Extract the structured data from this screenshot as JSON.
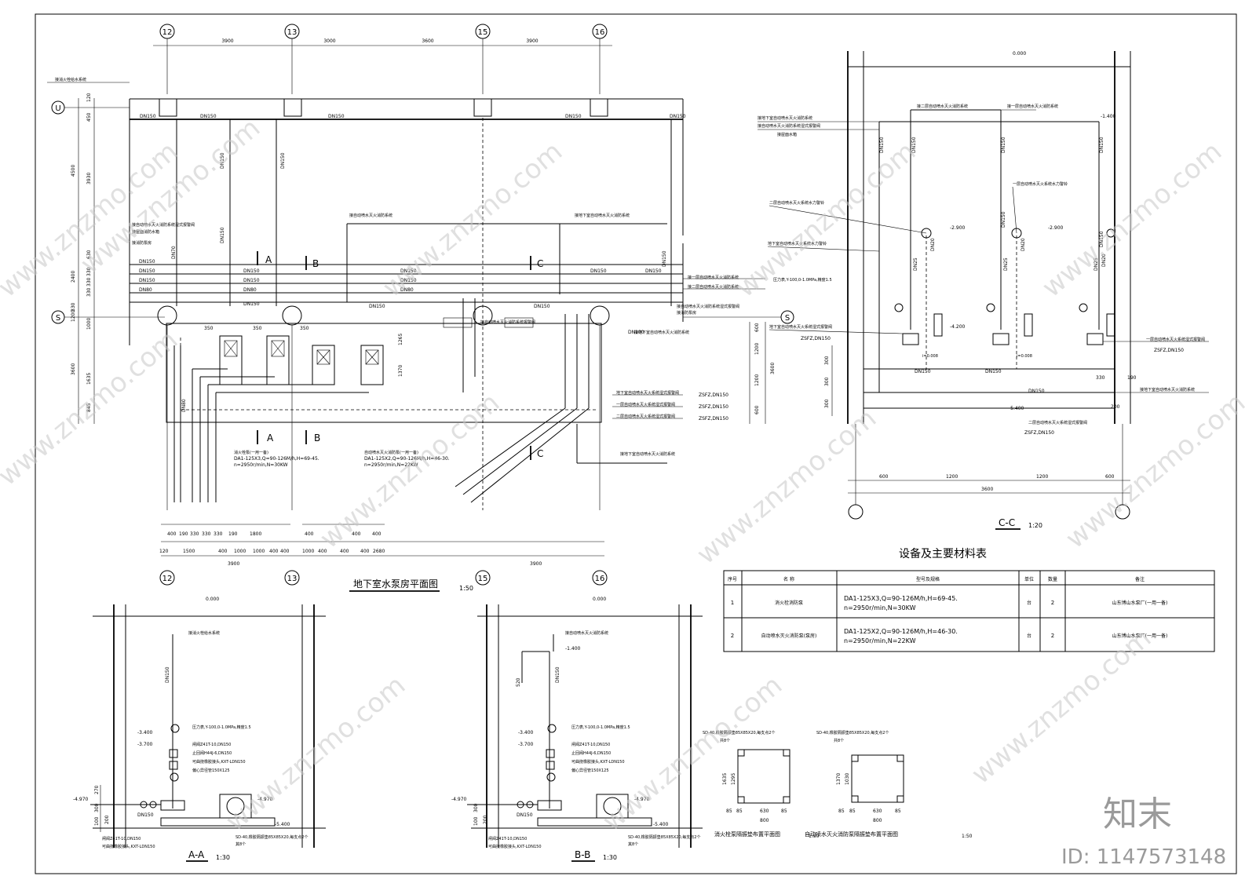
{
  "plan": {
    "title": "地下室水泵房平面图",
    "scale": "1:50",
    "axes": [
      "12",
      "13",
      "15",
      "16"
    ],
    "row_axes": [
      "U",
      "S"
    ],
    "top_dims": [
      "3900",
      "3000",
      "3600",
      "3900"
    ],
    "bottom_dims_row1": [
      "400",
      "190",
      "330",
      "330",
      "330",
      "190",
      "1800",
      "400",
      "400",
      "400"
    ],
    "bottom_dims_row2": [
      "120",
      "1500",
      "400",
      "1000",
      "1000",
      "400",
      "400",
      "1000",
      "400",
      "400",
      "400",
      "2680"
    ],
    "bottom_dims_row3": [
      "3900",
      "3900"
    ],
    "left_dims": [
      "120",
      "450",
      "3930",
      "4500",
      "630",
      "330",
      "330",
      "330",
      "2400",
      "330",
      "1000",
      "1200",
      "1635",
      "3600",
      "845"
    ],
    "pipe_labels": [
      "DN150",
      "DN150",
      "DN150",
      "DN150",
      "DN150",
      "DN150",
      "DN150",
      "DN150",
      "DN150",
      "DN150",
      "DN80",
      "DN80",
      "DN80",
      "DN150",
      "DN100",
      "DN70",
      "DN150",
      "DN150",
      "DN150",
      "DN150",
      "DN150",
      "DN150",
      "DN150",
      "DN150",
      "DN150",
      "DN150"
    ],
    "section_marks": [
      "A",
      "B",
      "C",
      "A",
      "B",
      "C"
    ],
    "pump_room_dims": [
      "350",
      "350",
      "350",
      "1265",
      "1370"
    ],
    "right_notes": [
      "接一层自动喷水灭火消防系统",
      "接二层自动喷水灭火消防系统",
      "接自动喷水灭火消防系统湿式报警阀",
      "接消防泵房",
      "接地下室自动喷水灭火消防系统",
      "地下室自动喷水灭火系统湿式报警阀",
      "一层自动喷水灭火系统湿式报警阀",
      "二层自动喷水灭火系统湿式报警阀",
      "接地下室自动喷水灭火消防系统"
    ],
    "sfz": [
      "ZSFZ,DN150",
      "ZSFZ,DN150",
      "ZSFZ,DN150"
    ],
    "right_dims": [
      "600",
      "1200",
      "3600",
      "1200",
      "600"
    ],
    "pump_notes": [
      "消火栓泵(一用一备)",
      "DA1-125X3,Q=90-126M/h,H=69-45.",
      "n=2950r/min,N=30KW",
      "自动喷水灭火消防泵(一用一备)",
      "DA1-125X2,Q=90-126M/h,H=46-30.",
      "n=2950r/min,N=22KW"
    ],
    "top_notes": [
      "接消火栓给水系统",
      "接自动喷水灭火消防系统",
      "接地下室自动喷水灭火消防系统",
      "接自动喷水灭火消防系统报警阀"
    ],
    "left_notes": [
      "接自动喷水灭火消防系统湿式报警阀",
      "接屋面消防水箱",
      "接消防泵房"
    ]
  },
  "section_cc": {
    "title": "C-C",
    "scale": "1:20",
    "levels": [
      "0.000",
      "-1.400",
      "-2.900",
      "-2.900",
      "-4.200",
      "-5.400"
    ],
    "notes": [
      "接二层自动喷水灭火消防系统",
      "接一层自动喷水灭火消防系统",
      "接地下室自动喷水灭火消防系统",
      "接自动喷水灭火消防系统湿式报警阀",
      "接屋面水箱",
      "二层自动喷水灭火系统水力警铃",
      "一层自动喷水灭火系统水力警铃",
      "地下室自动喷水灭火系统水力警铃",
      "压力表,Y-100,0-1.0MPa,精度1.5",
      "地下室自动喷水灭火系统湿式报警阀",
      "一层自动喷水灭火系统湿式报警阀",
      "二层自动喷水灭火系统湿式报警阀",
      "接地下室自动喷水灭火消防系统"
    ],
    "pipes": [
      "DN150",
      "DN150",
      "DN150",
      "DN150",
      "DN150",
      "DN150",
      "DN25",
      "DN20",
      "DN25",
      "DN20",
      "DN25",
      "DN20",
      "DN150",
      "DN150",
      "DN150"
    ],
    "slope": [
      "i=0.008",
      "i=0.008"
    ],
    "sfz": [
      "ZSFZ,DN150",
      "ZSFZ,DN150",
      "ZSFZ,DN150"
    ],
    "dims_h": [
      "600",
      "1200",
      "1200",
      "600",
      "3600"
    ],
    "dims_v": [
      "300",
      "300",
      "300",
      "330",
      "190",
      "200"
    ]
  },
  "table": {
    "title": "设备及主要材料表",
    "headers": [
      "序号",
      "名  称",
      "型号及规格",
      "单位",
      "数量",
      "备注"
    ],
    "rows": [
      [
        "1",
        "消火栓消防泵",
        "DA1-125X3,Q=90-126M/h,H=69-45.\nn=2950r/min,N=30KW",
        "台",
        "2",
        "山东博山水泵厂(一用一备)"
      ],
      [
        "2",
        "自动喷水灭火消防泵(泵房)",
        "DA1-125X2,Q=90-126M/h,H=46-30.\nn=2950r/min,N=22KW",
        "台",
        "2",
        "山东博山水泵厂(一用一备)"
      ]
    ]
  },
  "section_aa": {
    "title": "A-A",
    "scale": "1:30",
    "levels": [
      "0.000",
      "-3.400",
      "-3.700",
      "-4.970",
      "-4.970",
      "-5.400"
    ],
    "notes": [
      "接消火栓给水系统",
      "压力表,Y-100,0-1.0MPa,精度1.5",
      "闸阀Z41T-10,DN150",
      "止回阀H44J-6,DN150",
      "可曲挠橡胶接头,KXT-LDN150",
      "偏心异径管150X125",
      "闸阀Z41T-10,DN150",
      "可曲挠橡胶接头,KXT-LDN150",
      "SD-40,橡胶隔振垫85X85X20,每支点2个"
    ],
    "pipes": [
      "DN150",
      "DN150"
    ],
    "dims": [
      "270",
      "300",
      "100",
      "200",
      "其8个"
    ]
  },
  "section_bb": {
    "title": "B-B",
    "scale": "1:30",
    "levels": [
      "0.000",
      "-1.400",
      "-3.400",
      "-3.700",
      "-4.970",
      "-4.970",
      "-5.400"
    ],
    "notes": [
      "接自动喷水灭火消防系统",
      "压力表,Y-100,0-1.0MPa,精度1.5",
      "闸阀Z41T-10,DN150",
      "止回阀H44J-6,DN150",
      "可曲挠橡胶接头,KXT-LDN150",
      "偏心异径管150X125",
      "闸阀Z41T-10,DN150",
      "可曲挠橡胶接头,KXT-LDN150",
      "SD-40,橡胶隔振垫85X85X20,每支点2个"
    ],
    "pipes": [
      "DN150",
      "DN150"
    ],
    "dims": [
      "520",
      "300",
      "100",
      "200",
      "其8个"
    ]
  },
  "pad1": {
    "title": "消火栓泵隔振垫布置平面图",
    "scale": "1:50",
    "note": "SD-40,橡胶隔振垫85X85X20,每支点2个",
    "sub": "共8个",
    "dims": [
      "1635",
      "1295",
      "85",
      "85",
      "630",
      "85",
      "800"
    ]
  },
  "pad2": {
    "title": "自动喷水灭火消防泵隔振垫布置平面图",
    "scale": "1:50",
    "note": "SD-40,橡胶隔振垫85X85X20,每支点2个",
    "sub": "共8个",
    "dims": [
      "1370",
      "1030",
      "85",
      "85",
      "630",
      "85",
      "800"
    ]
  },
  "watermark": {
    "text": "www.znzmo.com",
    "brand": "知末",
    "id": "ID: 1147573148"
  }
}
